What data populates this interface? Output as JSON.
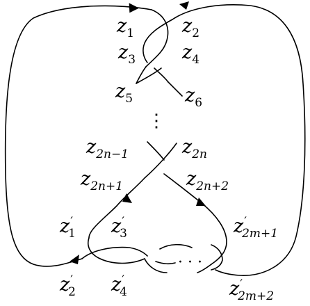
{
  "labels": {
    "z1": {
      "base": "z",
      "sub": "1"
    },
    "z2": {
      "base": "z",
      "sub": "2"
    },
    "z3": {
      "base": "z",
      "sub": "3"
    },
    "z4": {
      "base": "z",
      "sub": "4"
    },
    "z5": {
      "base": "z",
      "sub": "5"
    },
    "z6": {
      "base": "z",
      "sub": "6"
    },
    "z2n_1": {
      "base": "z",
      "sub": "2n−1"
    },
    "z2n": {
      "base": "z",
      "sub": "2n"
    },
    "z2n1": {
      "base": "z",
      "sub": "2n+1"
    },
    "z2n2": {
      "base": "z",
      "sub": "2n+2"
    },
    "zp1": {
      "base": "z",
      "prime": "′",
      "sub": "1"
    },
    "zp2": {
      "base": "z",
      "prime": "′",
      "sub": "2"
    },
    "zp3": {
      "base": "z",
      "prime": "′",
      "sub": "3"
    },
    "zp4": {
      "base": "z",
      "prime": "′",
      "sub": "4"
    },
    "zp2m1": {
      "base": "z",
      "prime": "′",
      "sub": "2m+1"
    },
    "zp2m2": {
      "base": "z",
      "prime": "′",
      "sub": "2m+2"
    }
  },
  "ellipsis_vertical": "⋮",
  "ellipsis_horizontal": "· · ·"
}
